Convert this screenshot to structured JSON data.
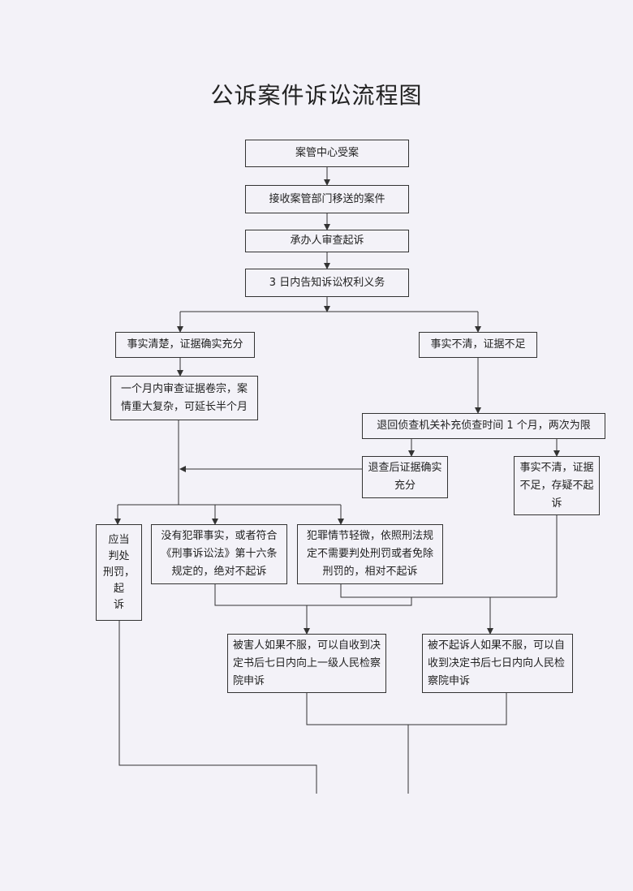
{
  "title": "公诉案件诉讼流程图",
  "nodes": {
    "case_mgmt": "案管中心受案",
    "receive": "接收案管部门移送的案件",
    "review": "承办人审查起诉",
    "notify": "3 日内告知诉讼权利义务",
    "facts_clear": "事实清楚，证据确实充分",
    "facts_unclear": "事实不清，证据不足",
    "one_month": "一个月内审查证据卷宗，案情重大复杂，可延长半个月",
    "return_investigation": "退回侦查机关补充侦查时间 1 个月，两次为限",
    "after_return": "退查后证据确实充分",
    "doubt_no_prosecute": "事实不清，证据不足，存疑不起诉",
    "should_prosecute": [
      "应当",
      "判处",
      "刑罚，",
      "起",
      "诉"
    ],
    "absolute_no_prosecute": "没有犯罪事实，或者符合《刑事诉讼法》第十六条规定的，绝对不起诉",
    "relative_no_prosecute": "犯罪情节轻微，依照刑法规定不需要判处刑罚或者免除刑罚的，相对不起诉",
    "victim_appeal": "被害人如果不服，可以自收到决定书后七日内向上一级人民检察院申诉",
    "accused_appeal": "被不起诉人如果不服，可以自收到决定书后七日内向人民检察院申诉"
  }
}
